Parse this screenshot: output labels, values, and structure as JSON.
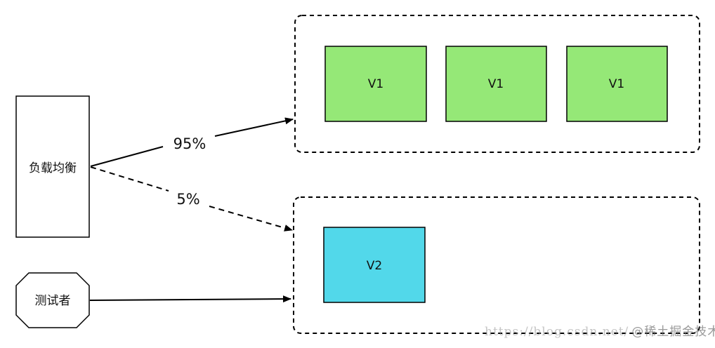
{
  "nodes": {
    "load_balancer": "负载均衡",
    "tester": "测试者",
    "v1_a": "V1",
    "v1_b": "V1",
    "v1_c": "V1",
    "v2": "V2"
  },
  "edges": {
    "to_v1_pct": "95%",
    "to_v2_pct": "5%"
  },
  "watermark": {
    "url": "https://blog.csdn.net/",
    "brand": "@稀土掘金技术社区"
  },
  "colors": {
    "v1_fill": "#95e877",
    "v2_fill": "#52d8ea",
    "stroke": "#000000",
    "background": "#ffffff"
  }
}
